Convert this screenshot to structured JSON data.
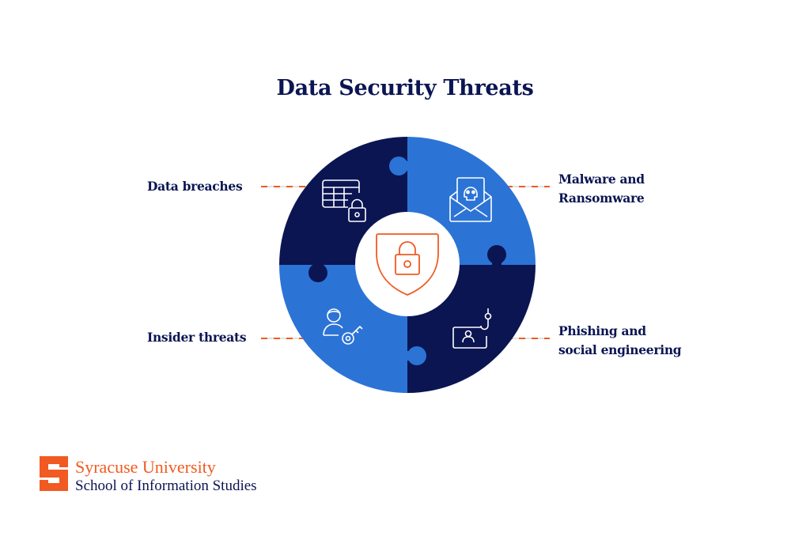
{
  "title": "Data Security Threats",
  "colors": {
    "navy": "#0b1552",
    "blue": "#2b74d6",
    "orange": "#f15a22",
    "white": "#ffffff"
  },
  "center": {
    "icon": "shield-lock-icon"
  },
  "quadrants": [
    {
      "position": "top-left",
      "label_lines": [
        "Data breaches"
      ],
      "icon": "table-lock-icon",
      "fill": "navy"
    },
    {
      "position": "top-right",
      "label_lines": [
        "Malware and",
        "Ransomware"
      ],
      "icon": "envelope-skull-icon",
      "fill": "blue"
    },
    {
      "position": "bottom-left",
      "label_lines": [
        "Insider threats"
      ],
      "icon": "user-key-icon",
      "fill": "blue"
    },
    {
      "position": "bottom-right",
      "label_lines": [
        "Phishing and",
        "social engineering"
      ],
      "icon": "phishing-hook-icon",
      "fill": "navy"
    }
  ],
  "footer": {
    "logo_icon": "syracuse-s-logo-icon",
    "university": "Syracuse University",
    "school": "School of Information Studies"
  }
}
